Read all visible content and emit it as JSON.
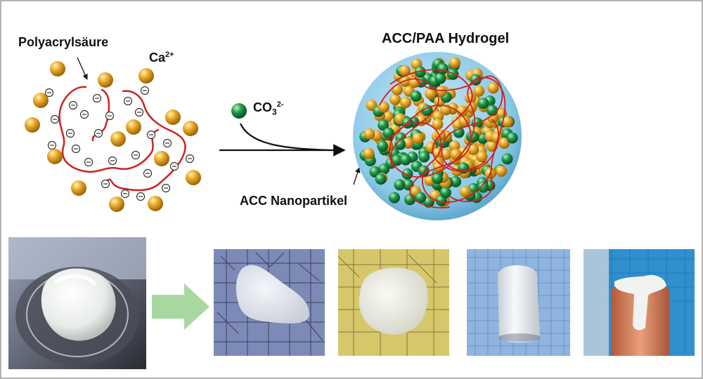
{
  "labels": {
    "polymer": "Polyacrylsäure",
    "calcium_base": "Ca",
    "calcium_charge": "2+",
    "carbonate_base": "CO",
    "carbonate_sub": "3",
    "carbonate_charge": "2-",
    "nanoparticle": "ACC Nanopartikel",
    "hydrogel": "ACC/PAA Hydrogel"
  },
  "colors": {
    "calcium_ion": "#e9a92a",
    "carbonate_ion": "#1f9a48",
    "polymer_chain": "#cc2222",
    "gel_sphere": "#8cc9e8",
    "arrow_green": "#a8d8a0"
  },
  "photos": [
    {
      "name": "photo-gel-in-dish"
    },
    {
      "name": "photo-gel-on-grid-paper"
    },
    {
      "name": "photo-gel-on-yellow-paper"
    },
    {
      "name": "photo-gel-cylinder"
    },
    {
      "name": "photo-gel-on-finger"
    }
  ]
}
